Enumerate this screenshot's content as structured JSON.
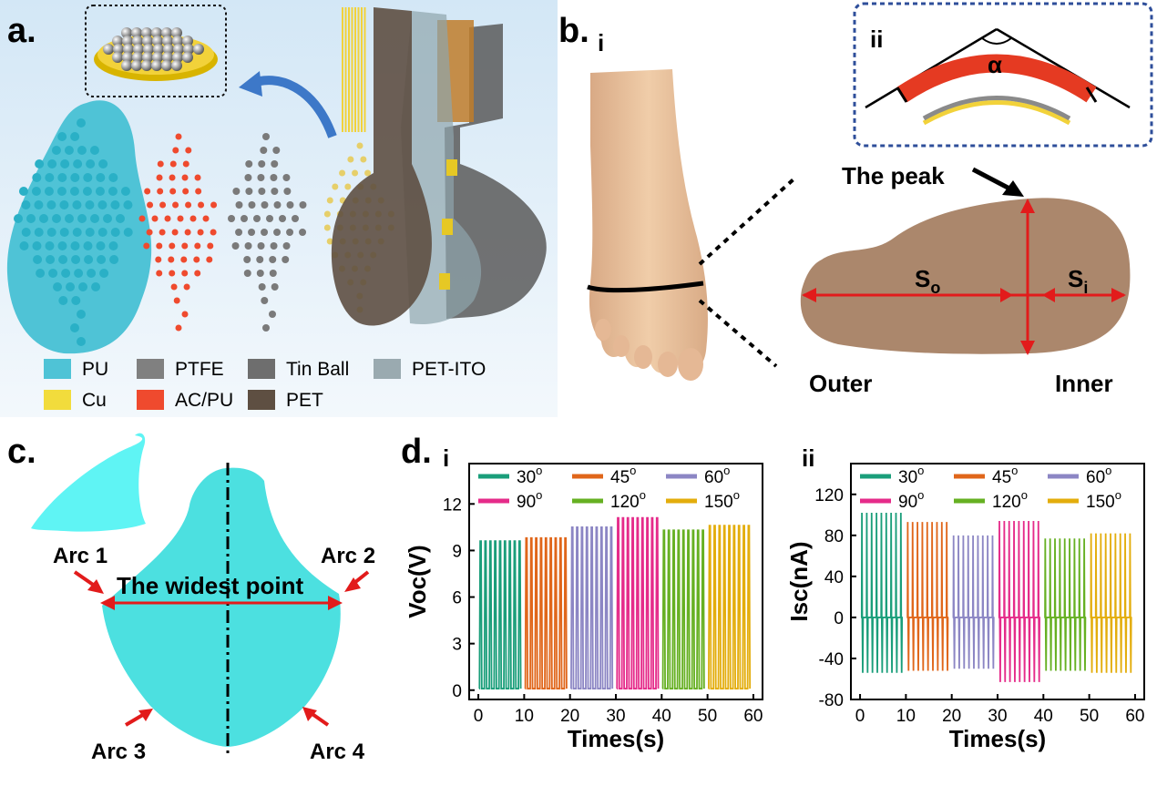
{
  "panel_a": {
    "label": "a.",
    "legend": [
      {
        "name": "PU",
        "color": "#4fc3d6"
      },
      {
        "name": "PTFE",
        "color": "#808080"
      },
      {
        "name": "Tin Ball",
        "color": "#6e6e6e"
      },
      {
        "name": "PET-ITO",
        "color": "#9aaab0"
      },
      {
        "name": "Cu",
        "color": "#f2dc3c"
      },
      {
        "name": "AC/PU",
        "color": "#ef4a2e"
      },
      {
        "name": "PET",
        "color": "#5e4f42"
      }
    ]
  },
  "panel_b": {
    "label": "b.",
    "sub_i": "i",
    "sub_ii": "ii",
    "angle_symbol": "α",
    "peak_label": "The peak",
    "so_main": "S",
    "so_sub": "o",
    "si_main": "S",
    "si_sub": "i",
    "outer_label": "Outer",
    "inner_label": "Inner"
  },
  "panel_c": {
    "label": "c.",
    "arc1": "Arc 1",
    "arc2": "Arc 2",
    "arc3": "Arc 3",
    "arc4": "Arc 4",
    "widest": "The widest point"
  },
  "panel_d": {
    "label": "d.",
    "sub_i": "i",
    "sub_ii": "ii"
  },
  "chart_data": [
    {
      "type": "line",
      "panel": "d.i",
      "xlabel": "Times(s)",
      "ylabel": "Voc(V)",
      "xlim": [
        -2,
        62
      ],
      "ylim": [
        -0.6,
        14.6
      ],
      "xticks": [
        0,
        10,
        20,
        30,
        40,
        50,
        60
      ],
      "yticks": [
        0,
        3,
        6,
        9,
        12
      ],
      "signal": "pulse train, about 9 pulses per segment, baseline ~0.1 V",
      "series": [
        {
          "name": "30",
          "sup": "o",
          "color": "#1a9e7a",
          "x_range": [
            0.5,
            9
          ],
          "peak": 9.6,
          "baseline": 0.1
        },
        {
          "name": "45",
          "sup": "o",
          "color": "#e0661a",
          "x_range": [
            10.5,
            19
          ],
          "peak": 9.8,
          "baseline": 0.1
        },
        {
          "name": "60",
          "sup": "o",
          "color": "#8c86c4",
          "x_range": [
            20.5,
            29
          ],
          "peak": 10.5,
          "baseline": 0.1
        },
        {
          "name": "90",
          "sup": "o",
          "color": "#e52b8a",
          "x_range": [
            30.5,
            39
          ],
          "peak": 11.1,
          "baseline": 0.1
        },
        {
          "name": "120",
          "sup": "o",
          "color": "#66b022",
          "x_range": [
            40.5,
            49
          ],
          "peak": 10.3,
          "baseline": 0.1
        },
        {
          "name": "150",
          "sup": "o",
          "color": "#e3ad0c",
          "x_range": [
            50.5,
            59
          ],
          "peak": 10.6,
          "baseline": 0.1
        }
      ]
    },
    {
      "type": "line",
      "panel": "d.ii",
      "xlabel": "Times(s)",
      "ylabel": "Isc(nA)",
      "xlim": [
        -2,
        62
      ],
      "ylim": [
        -80,
        150
      ],
      "xticks": [
        0,
        10,
        20,
        30,
        40,
        50,
        60
      ],
      "yticks": [
        -80,
        -40,
        0,
        40,
        80,
        120
      ],
      "signal": "alternating positive/negative spikes about 0 nA",
      "series": [
        {
          "name": "30",
          "sup": "o",
          "color": "#1a9e7a",
          "x_range": [
            0.5,
            9
          ],
          "pos_peak": 102,
          "neg_peak": -54
        },
        {
          "name": "45",
          "sup": "o",
          "color": "#e0661a",
          "x_range": [
            10.5,
            19
          ],
          "pos_peak": 93,
          "neg_peak": -52
        },
        {
          "name": "60",
          "sup": "o",
          "color": "#8c86c4",
          "x_range": [
            20.5,
            29
          ],
          "pos_peak": 80,
          "neg_peak": -50
        },
        {
          "name": "90",
          "sup": "o",
          "color": "#e52b8a",
          "x_range": [
            30.5,
            39
          ],
          "pos_peak": 94,
          "neg_peak": -63
        },
        {
          "name": "120",
          "sup": "o",
          "color": "#66b022",
          "x_range": [
            40.5,
            49
          ],
          "pos_peak": 77,
          "neg_peak": -52
        },
        {
          "name": "150",
          "sup": "o",
          "color": "#e3ad0c",
          "x_range": [
            50.5,
            59
          ],
          "pos_peak": 82,
          "neg_peak": -54
        }
      ]
    }
  ]
}
